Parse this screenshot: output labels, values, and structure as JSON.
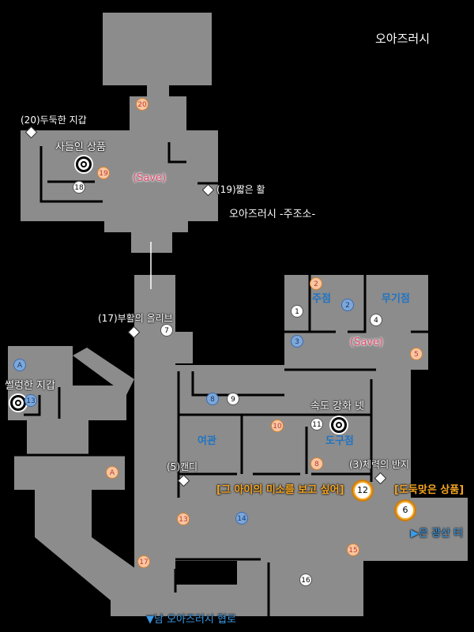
{
  "map": {
    "region_title": "오아즈러시",
    "sub_area_title": "오아즈러시 -주조소-",
    "labels": {
      "gaudy_goods": "사들인 상품",
      "cheap_wallet": "썰렁한 지갑",
      "tavern": "주점",
      "weapon_shop": "무기점",
      "inn": "여관",
      "tool_shop": "도구점",
      "speed_up_4": "속도 강화 넷",
      "save_top": "(Save)",
      "save_right": "(Save)"
    },
    "items": {
      "i20": "(20)두둑한 지갑",
      "i19": "(19)짧은 활",
      "i17": "(17)부활의 올리브",
      "i5": "(5)캔디",
      "i3": "(3)체력의 반지"
    },
    "quests": {
      "q12": "[그 아이의 미소를 보고 싶어]",
      "q6": "[도둑맞은 상품]"
    },
    "exits": {
      "east": "▶은 광산 터",
      "south": "▼남 오아즈러시 협로"
    },
    "markers": {
      "m1": "1",
      "m2": "2",
      "m3": "3",
      "m4": "4",
      "m5": "5",
      "m6": "6",
      "m7": "7",
      "m8": "8",
      "m9": "9",
      "m10": "10",
      "m11": "11",
      "m12": "12",
      "m13": "13",
      "m14": "14",
      "m15": "15",
      "m16": "16",
      "m17": "17",
      "m18": "18",
      "m19": "19",
      "m20": "20",
      "mA": "A"
    },
    "colors": {
      "floor": "#8c8c8c",
      "wall": "#000000",
      "marker_orange": "#f7c6a3",
      "marker_blue": "#7ea7d8",
      "save_text": "#e24c6e",
      "shop_text": "#1e74c4",
      "quest_text": "#f5a623",
      "exit_text": "#3a9be8"
    }
  }
}
